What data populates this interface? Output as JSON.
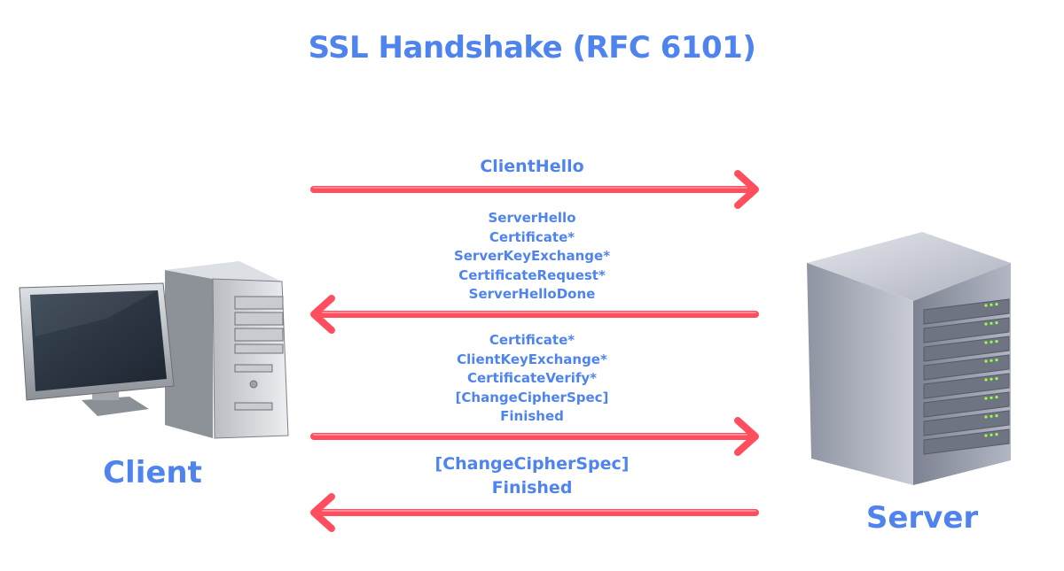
{
  "title": "SSL Handshake (RFC 6101)",
  "nodes": {
    "client": {
      "label": "Client",
      "icon": "desktop-computer-icon"
    },
    "server": {
      "label": "Server",
      "icon": "server-rack-icon"
    }
  },
  "messages": [
    {
      "direction": "client-to-server",
      "lines": [
        "ClientHello"
      ]
    },
    {
      "direction": "server-to-client",
      "lines": [
        "ServerHello",
        "Certificate*",
        "ServerKeyExchange*",
        "CertificateRequest*",
        "ServerHelloDone"
      ]
    },
    {
      "direction": "client-to-server",
      "lines": [
        "Certificate*",
        "ClientKeyExchange*",
        "CertificateVerify*",
        "[ChangeCipherSpec]",
        "Finished"
      ]
    },
    {
      "direction": "server-to-client",
      "lines": [
        "[ChangeCipherSpec]",
        "Finished"
      ]
    }
  ],
  "colors": {
    "text": "#4f84ee",
    "arrow_fill": "#ff4f5e",
    "arrow_outline": "#c8102e"
  }
}
